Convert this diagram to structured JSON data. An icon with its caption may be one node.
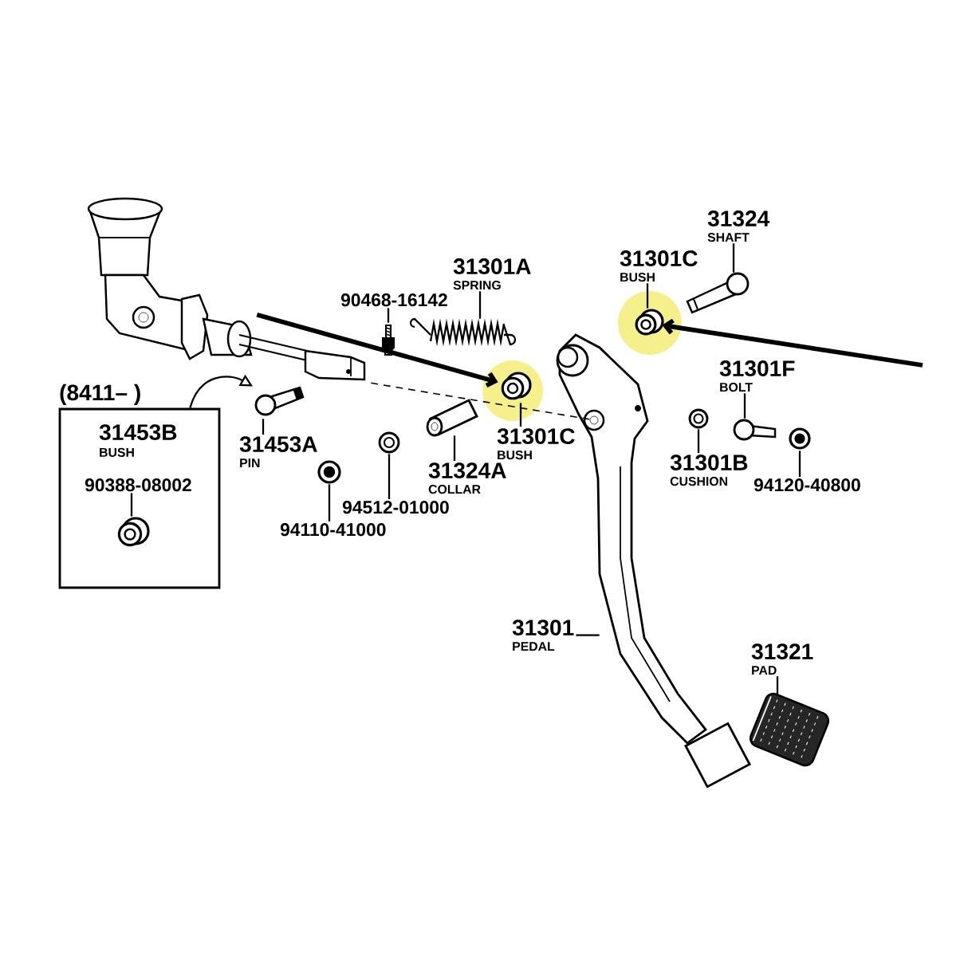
{
  "diagram": {
    "nodes": [
      {
        "text": [],
        "shape": "picture"
      },
      {
        "text": [
          "31324",
          "SHAFT"
        ]
      },
      {
        "text": [],
        "shape": "picture"
      },
      {
        "text": [
          "31301C",
          "BUSH"
        ]
      },
      {
        "text": [],
        "shape": "picture"
      },
      {
        "text": [
          "31301A",
          "SPRING"
        ]
      },
      {
        "text": [],
        "shape": "picture"
      },
      {
        "text": [
          "90468-16142"
        ]
      },
      {
        "text": [],
        "shape": "picture"
      },
      {
        "text": [
          "(8411– )",
          "31453B",
          "BUSH"
        ]
      },
      {
        "text": [
          "90388-08002"
        ],
        "in": 9
      },
      {
        "text": [],
        "shape": "picture",
        "in": 9
      },
      {
        "text": [
          "31453A",
          "PIN"
        ]
      },
      {
        "text": [],
        "shape": "picture"
      },
      {
        "text": [],
        "shape": "picture"
      },
      {
        "text": [
          "31301C",
          "BUSH"
        ]
      },
      {
        "text": [],
        "shape": "picture"
      },
      {
        "text": [
          "31324A",
          "COLLAR"
        ]
      },
      {
        "text": [],
        "shape": "picture"
      },
      {
        "text": [
          "94512-01000"
        ]
      },
      {
        "text": [],
        "shape": "picture"
      },
      {
        "text": [
          "94110-41000"
        ]
      },
      {
        "text": [
          "31301F",
          "BOLT"
        ]
      },
      {
        "text": [],
        "shape": "picture"
      },
      {
        "text": [],
        "shape": "picture"
      },
      {
        "text": [
          "31301B",
          "CUSHION"
        ]
      },
      {
        "text": [],
        "shape": "picture"
      },
      {
        "text": [
          "94120-40800"
        ]
      },
      {
        "text": [],
        "shape": "picture"
      },
      {
        "text": [
          "31301",
          "PEDAL"
        ]
      },
      {
        "text": [
          "31321",
          "PAD"
        ]
      },
      {
        "text": [],
        "shape": "picture"
      }
    ],
    "edges": [
      {
        "from": 1,
        "to": 2,
        "arrow": "none"
      },
      {
        "from": 3,
        "to": 4,
        "arrow": "none"
      },
      {
        "from": 5,
        "to": 6,
        "arrow": "none"
      },
      {
        "from": 7,
        "to": 8,
        "arrow": "none"
      },
      {
        "from": 10,
        "to": 11,
        "arrow": "none"
      },
      {
        "from": 12,
        "to": 13,
        "arrow": "none"
      },
      {
        "from": 15,
        "to": 14,
        "arrow": "none"
      },
      {
        "from": 17,
        "to": 16,
        "arrow": "none"
      },
      {
        "from": 19,
        "to": 18,
        "arrow": "none"
      },
      {
        "from": 21,
        "to": 20,
        "arrow": "none"
      },
      {
        "from": 22,
        "to": 23,
        "arrow": "none"
      },
      {
        "from": 25,
        "to": 24,
        "arrow": "none"
      },
      {
        "from": 27,
        "to": 26,
        "arrow": "none"
      },
      {
        "from": 29,
        "to": 28,
        "arrow": "none"
      },
      {
        "from": 30,
        "to": 31,
        "arrow": "none"
      },
      {
        "from": 9,
        "to": 13,
        "arrow": "to"
      },
      {
        "from": 0,
        "to": 14,
        "arrow": "to",
        "style": "thick"
      },
      {
        "from": null,
        "to": 4,
        "arrow": "to",
        "style": "thick"
      },
      {
        "from": 0,
        "to": 28,
        "arrow": "none",
        "style": "dashed"
      }
    ]
  }
}
